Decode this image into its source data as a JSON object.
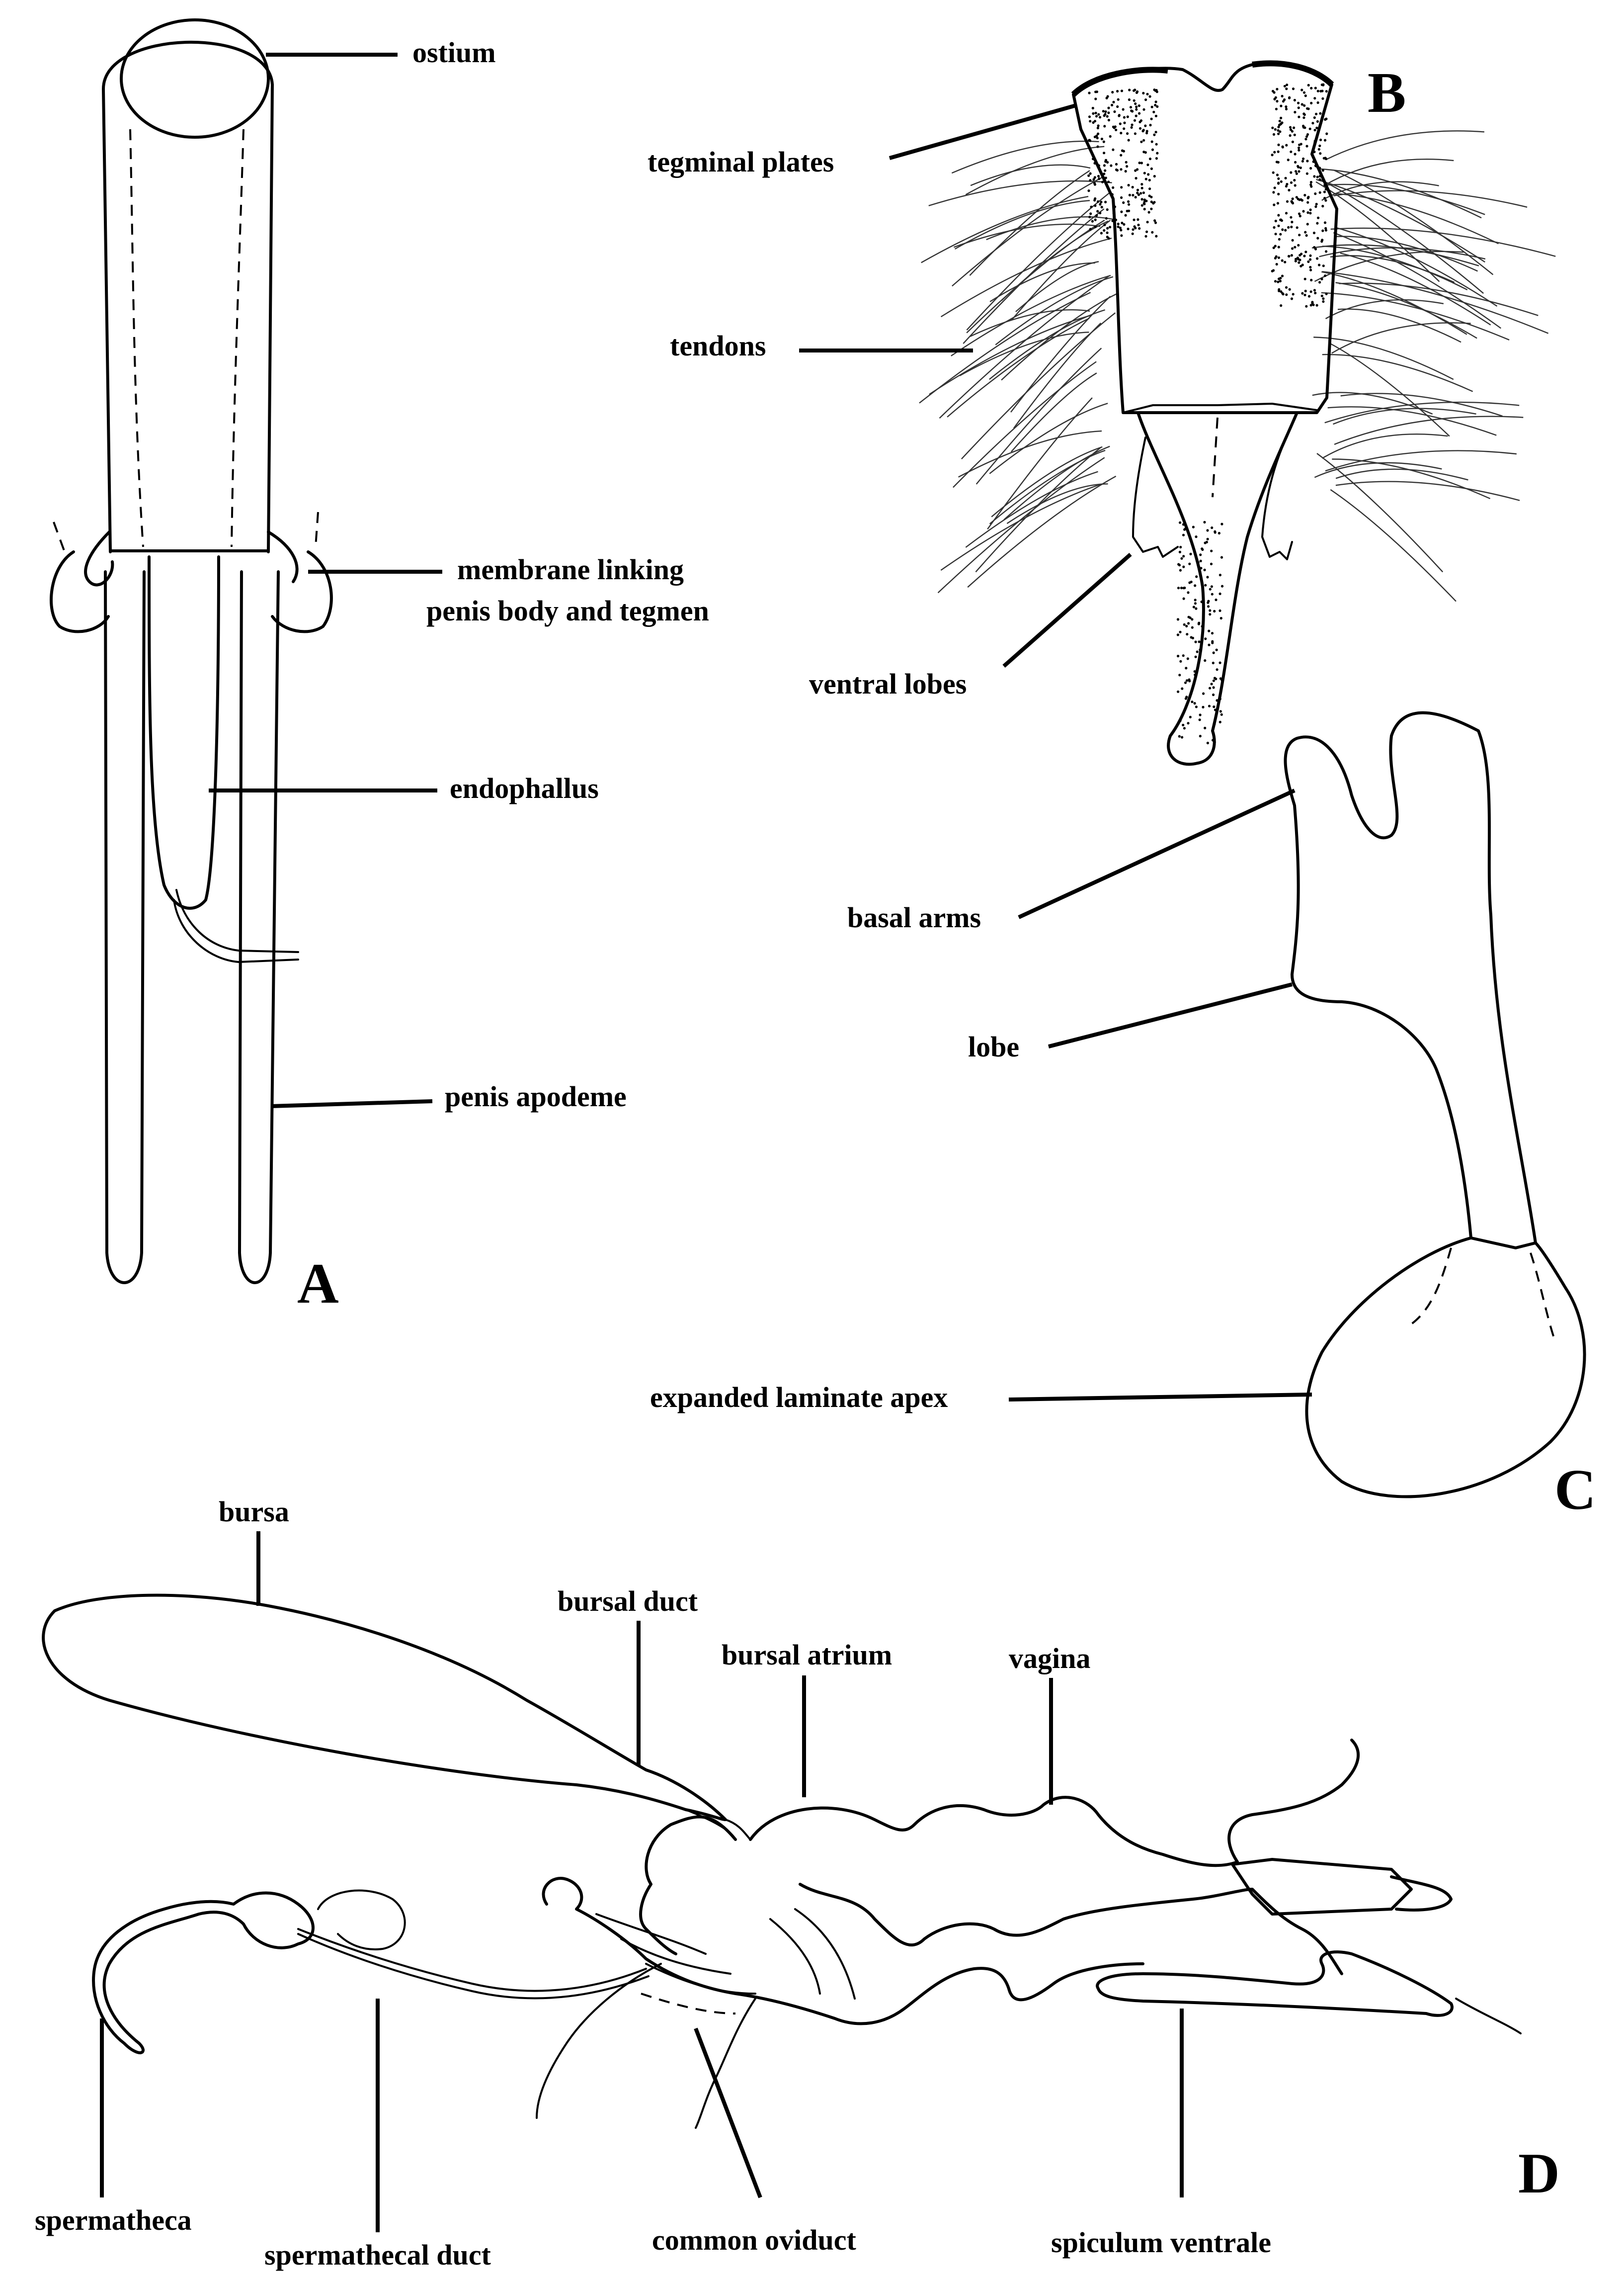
{
  "panels": {
    "A": {
      "letter": "A",
      "labels": {
        "ostium": "ostium",
        "membrane_line1": "membrane linking",
        "membrane_line2": "penis body and tegmen",
        "endophallus": "endophallus",
        "penis_apodeme": "penis apodeme"
      }
    },
    "B": {
      "letter": "B",
      "labels": {
        "tegminal_plates": "tegminal plates",
        "tendons": "tendons",
        "ventral_lobes": "ventral lobes"
      }
    },
    "C": {
      "letter": "C",
      "labels": {
        "basal_arms": "basal arms",
        "lobe": "lobe",
        "expanded_laminate_apex": "expanded laminate apex"
      }
    },
    "D": {
      "letter": "D",
      "labels": {
        "bursa": "bursa",
        "bursal_duct": "bursal duct",
        "bursal_atrium": "bursal atrium",
        "vagina": "vagina",
        "spermatheca": "spermatheca",
        "spermathecal_duct": "spermathecal duct",
        "common_oviduct": "common oviduct",
        "spiculum_ventrale": "spiculum ventrale"
      }
    }
  }
}
